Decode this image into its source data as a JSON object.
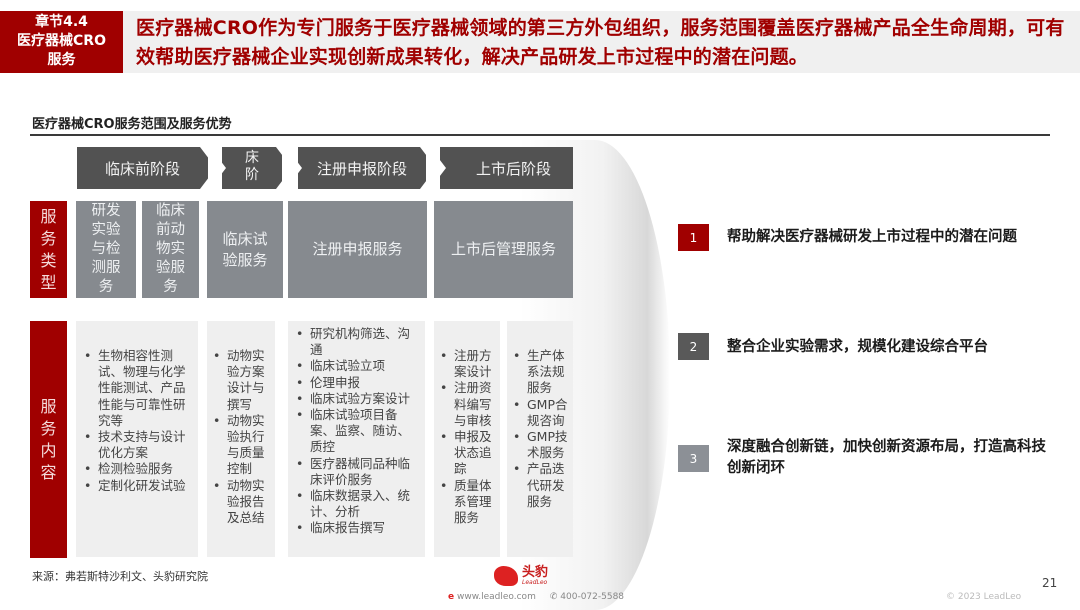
{
  "chapter": {
    "line1": "章节4.4",
    "line2": "医疗器械CRO",
    "line3": "服务"
  },
  "headline": "医疗器械CRO作为专门服务于医疗器械领域的第三方外包组织，服务范围覆盖医疗器械产品全生命周期，可有效帮助医疗器械企业实现创新成果转化，解决产品研发上市过程中的潜在问题。",
  "section_title": "医疗器械CRO服务范围及服务优势",
  "stages": [
    {
      "label": "临床前阶段"
    },
    {
      "label": "床\n阶"
    },
    {
      "label": "注册申报阶段"
    },
    {
      "label": "上市后阶段"
    }
  ],
  "row_labels": {
    "service_type": "服\n务\n类\n型",
    "service_content": "服\n务\n内\n容"
  },
  "service_types": [
    {
      "label": "研发\n实验\n与检\n测服\n务"
    },
    {
      "label": "临床\n前动\n物实\n验服\n务"
    },
    {
      "label": "临床试\n验服务"
    },
    {
      "label": "注册申报服务"
    },
    {
      "label": "上市后管理服务"
    }
  ],
  "service_contents": [
    {
      "items": [
        "生物相容性测试、物理与化学性能测试、产品性能与可靠性研究等",
        "技术支持与设计优化方案",
        "检测检验服务",
        "定制化研发试验"
      ]
    },
    {
      "items": [
        "动物实验方案设计与撰写",
        "动物实验执行与质量控制",
        "动物实验报告及总结"
      ]
    },
    {
      "items": [
        "研究机构筛选、沟通",
        "临床试验立项",
        "伦理申报",
        "临床试验方案设计",
        "临床试验项目备案、监察、随访、质控",
        "医疗器械同品种临床评价服务",
        "临床数据录入、统计、分析",
        "临床报告撰写"
      ]
    },
    {
      "items": [
        "注册方案设计",
        "注册资料编写与审核",
        "申报及状态追踪",
        "质量体系管理服务"
      ]
    },
    {
      "items": [
        "生产体系法规服务",
        "GMP合规咨询",
        "GMP技术服务",
        "产品迭代研发服务"
      ]
    }
  ],
  "advantages": [
    {
      "num": "1",
      "text": "帮助解决医疗器械研发上市过程中的潜在问题",
      "color": "#a00000"
    },
    {
      "num": "2",
      "text": "整合企业实验需求，规模化建设综合平台",
      "color": "#595959"
    },
    {
      "num": "3",
      "text": "深度融合创新链，加快创新资源布局，打造高科技创新闭环",
      "color": "#8c9096"
    }
  ],
  "footer": {
    "source": "来源：弗若斯特沙利文、头豹研究院",
    "logo_cn": "头豹",
    "logo_en": "LeadLeo",
    "website": "www.leadleo.com",
    "phone": "400-072-5588",
    "page_number": "21",
    "copyright": "© 2023 LeadLeo"
  },
  "colors": {
    "brand_red": "#a00000",
    "stage_dark": "#525252",
    "type_gray": "#868a8f",
    "content_bg": "#efefef"
  }
}
